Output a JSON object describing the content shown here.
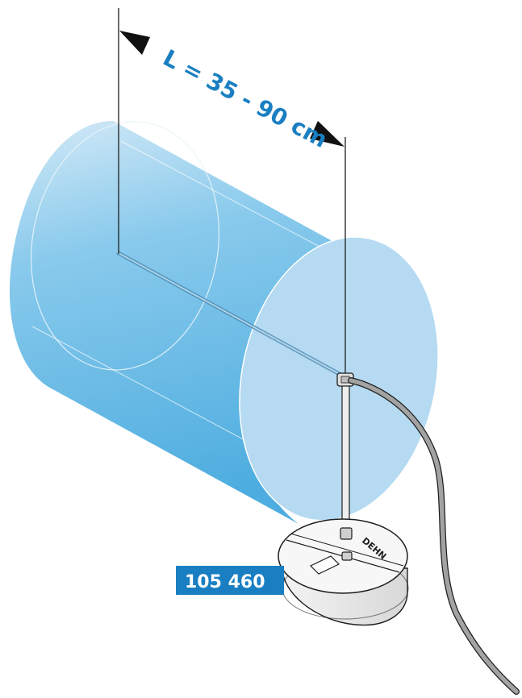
{
  "dimension": {
    "label": "L = 35 - 90 cm"
  },
  "part_number": {
    "label": "105 460"
  },
  "brand": {
    "label": "DEHN"
  },
  "colors": {
    "zone_fill": "#7cc4ea",
    "zone_face": "#b5daf2",
    "dimension_text": "#1a7fc2",
    "badge_bg": "#1a7fc2",
    "badge_text": "#ffffff",
    "line": "#1e1e1e",
    "cable": "#9a9a9a"
  },
  "icons": [
    "dimension-arrow-left-icon",
    "dimension-arrow-right-icon"
  ]
}
